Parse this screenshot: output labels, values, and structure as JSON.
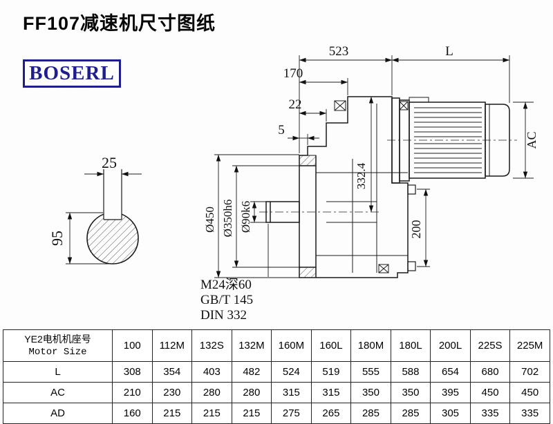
{
  "page": {
    "title": "FF107减速机尺寸图纸"
  },
  "brand": {
    "logo_text": "BOSERL"
  },
  "drawing": {
    "dim_523": "523",
    "dim_L": "L",
    "dim_170": "170",
    "dim_22": "22",
    "dim_5": "5",
    "dim_AC": "AC",
    "dim_25": "25",
    "dim_95": "95",
    "dim_d450": "Ø450",
    "dim_d350": "Ø350h6",
    "dim_d90": "Ø90k6",
    "dim_332_4": "332.4",
    "dim_200": "200",
    "note_thread": "M24深60",
    "note_gb": "GB/T 145",
    "note_din": "DIN 332"
  },
  "table": {
    "header_cn": "YE2电机机座号",
    "header_en": "Motor Size",
    "columns": [
      "100",
      "112M",
      "132S",
      "132M",
      "160M",
      "160L",
      "180M",
      "180L",
      "200L",
      "225S",
      "225M"
    ],
    "rows": [
      {
        "label": "L",
        "values": [
          "308",
          "354",
          "403",
          "482",
          "524",
          "519",
          "555",
          "588",
          "654",
          "680",
          "702"
        ]
      },
      {
        "label": "AC",
        "values": [
          "210",
          "230",
          "280",
          "280",
          "315",
          "315",
          "350",
          "350",
          "395",
          "450",
          "450"
        ]
      },
      {
        "label": "AD",
        "values": [
          "160",
          "215",
          "215",
          "215",
          "275",
          "265",
          "285",
          "285",
          "305",
          "335",
          "335"
        ]
      }
    ]
  }
}
